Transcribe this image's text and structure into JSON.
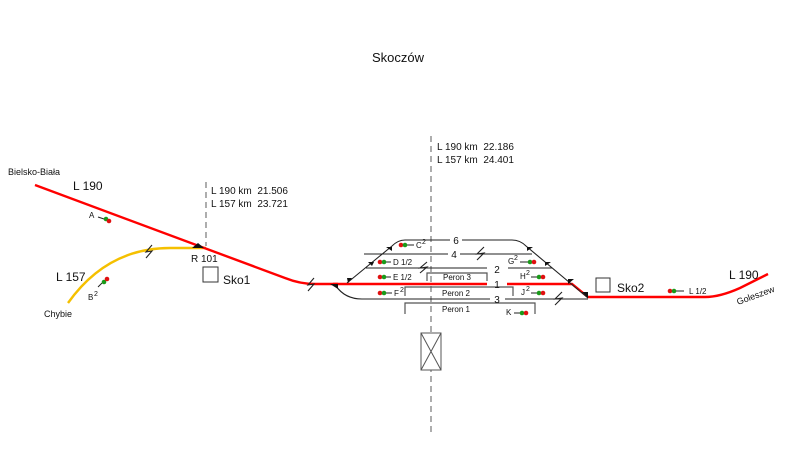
{
  "title": "Skoczów",
  "colors": {
    "line_190": "#ff0000",
    "line_157": "#f5c000",
    "signal_red": "#e01010",
    "signal_green": "#1a9a1a"
  },
  "lines": {
    "l190_left": "L 190",
    "l190_right": "L 190",
    "l157": "L 157"
  },
  "destinations": {
    "bielsko": "Bielsko-Biała",
    "chybie": "Chybie",
    "goleszew": "Goleszew"
  },
  "km_left": {
    "l190": "L 190 km  21.506",
    "l157": "L 157 km  23.721"
  },
  "km_center": {
    "l190": "L 190 km  22.186",
    "l157": "L 157 km  24.401"
  },
  "junction": "R 101",
  "posts": {
    "sko1": "Sko1",
    "sko2": "Sko2"
  },
  "tracks": {
    "t6": "6",
    "t4": "4",
    "t2": "2",
    "t1": "1",
    "t3": "3"
  },
  "platforms": {
    "p3": "Peron 3",
    "p2": "Peron 2",
    "p1": "Peron 1"
  },
  "signals": {
    "A": "A",
    "B": "B",
    "B_sup": "2",
    "C": "C",
    "C_sup": "2",
    "D": "D 1/2",
    "E": "E 1/2",
    "F": "F",
    "F_sup": "2",
    "G": "G",
    "G_sup": "2",
    "H": "H",
    "H_sup": "2",
    "J": "J",
    "J_sup": "2",
    "K": "K",
    "L": "L 1/2"
  }
}
